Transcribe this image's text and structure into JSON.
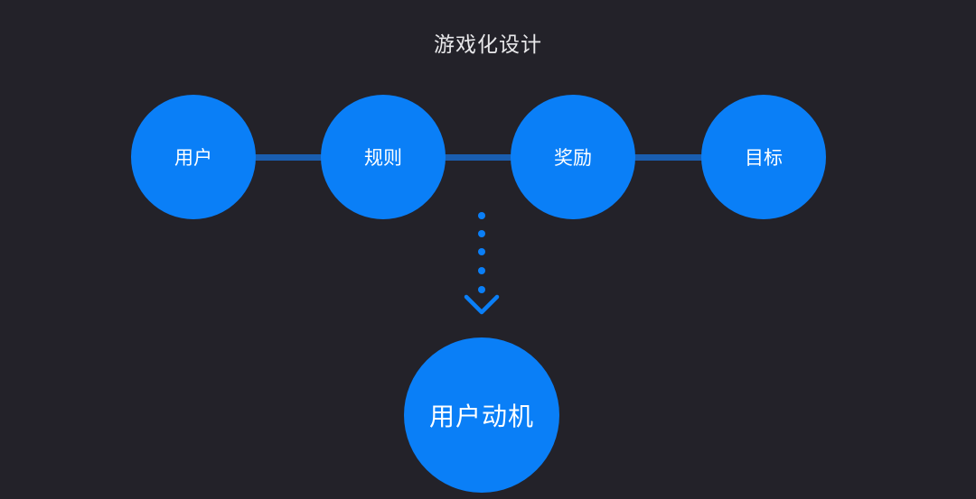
{
  "title": "游戏化设计",
  "nodes": [
    {
      "label": "用户"
    },
    {
      "label": "规则"
    },
    {
      "label": "奖励"
    },
    {
      "label": "目标"
    }
  ],
  "result": {
    "label": "用户动机"
  },
  "colors": {
    "background": "#232229",
    "node": "#0a7ff7",
    "connector": "#1a5eb0",
    "text": "#ffffff",
    "title": "#e8e8ea"
  },
  "icons": {
    "arrow": "chevron-down-icon"
  }
}
